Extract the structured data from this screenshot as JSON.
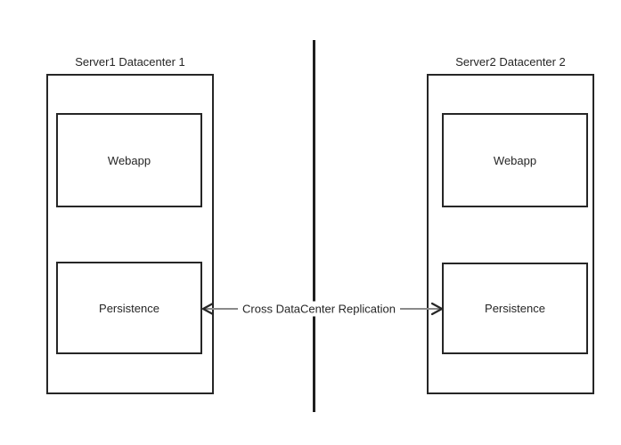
{
  "diagram": {
    "background_color": "#ffffff",
    "box_stroke_color": "#262626",
    "divider_color": "#1f1f1f",
    "arrow_line_color": "#8a8a8a",
    "arrow_head_color": "#262626",
    "datacenters": [
      {
        "title": "Server1 Datacenter 1",
        "components": [
          {
            "label": "Webapp"
          },
          {
            "label": "Persistence"
          }
        ]
      },
      {
        "title": "Server2 Datacenter 2",
        "components": [
          {
            "label": "Webapp"
          },
          {
            "label": "Persistence"
          }
        ]
      }
    ],
    "replication_arrow": {
      "label": "Cross DataCenter Replication",
      "style": "double-headed"
    }
  }
}
